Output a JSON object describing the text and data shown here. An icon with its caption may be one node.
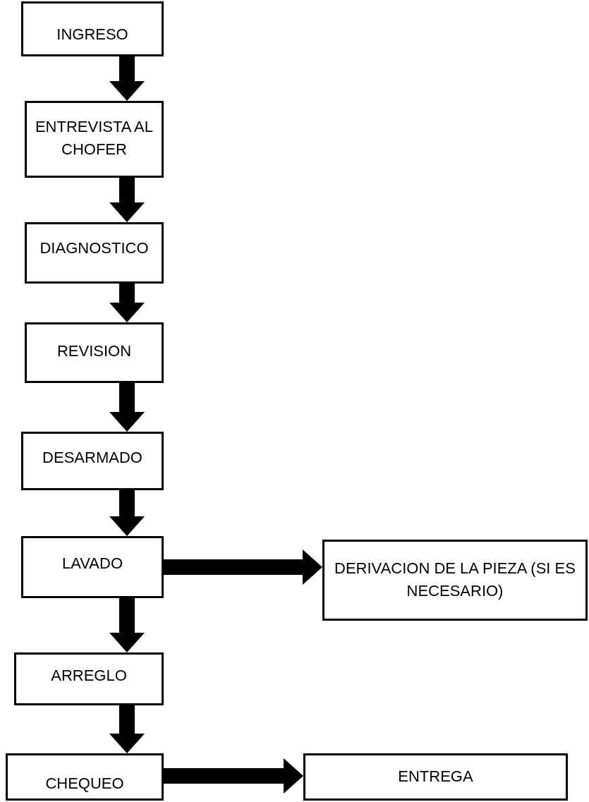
{
  "diagram": {
    "nodes": [
      {
        "text": [
          "INGRESO"
        ]
      },
      {
        "text": [
          "ENTREVISTA AL CHOFER"
        ]
      },
      {
        "text": [
          "DIAGNOSTICO"
        ]
      },
      {
        "text": [
          "REVISION"
        ]
      },
      {
        "text": [
          "DESARMADO"
        ]
      },
      {
        "text": [
          "LAVADO"
        ]
      },
      {
        "text": [
          "DERIVACION DE LA PIEZA (SI ES NECESARIO)"
        ]
      },
      {
        "text": [
          "ARREGLO"
        ]
      },
      {
        "text": [
          "CHEQUEO"
        ]
      },
      {
        "text": [
          "ENTREGA"
        ]
      }
    ],
    "edges": [
      {
        "from": 0,
        "to": 1,
        "arrow": "to"
      },
      {
        "from": 1,
        "to": 2,
        "arrow": "to"
      },
      {
        "from": 2,
        "to": 3,
        "arrow": "to"
      },
      {
        "from": 3,
        "to": 4,
        "arrow": "to"
      },
      {
        "from": 4,
        "to": 5,
        "arrow": "to"
      },
      {
        "from": 5,
        "to": 6,
        "arrow": "to"
      },
      {
        "from": 5,
        "to": 7,
        "arrow": "to"
      },
      {
        "from": 7,
        "to": 8,
        "arrow": "to"
      },
      {
        "from": 8,
        "to": 9,
        "arrow": "to"
      }
    ]
  }
}
